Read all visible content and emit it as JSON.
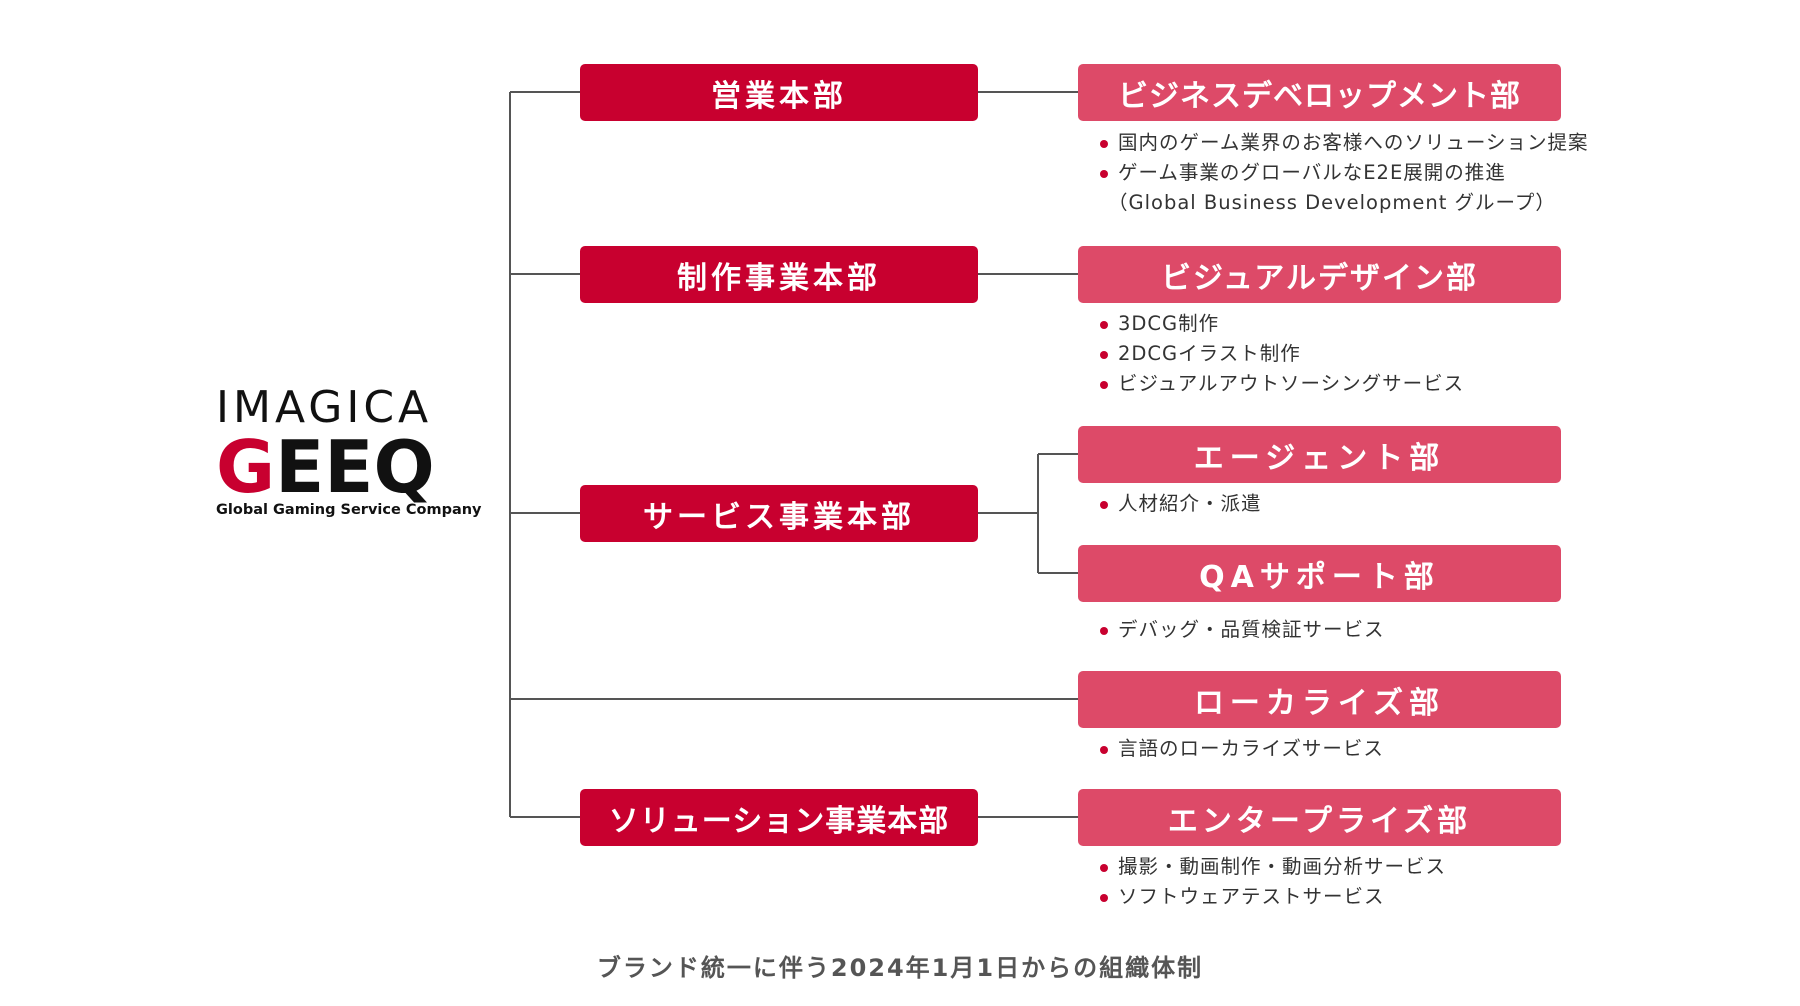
{
  "colors": {
    "headquarters": "#c8002f",
    "department": "#dd4a68",
    "connector": "#555555",
    "bullet": "#c8002f"
  },
  "logo": {
    "line1": "IMAGICA",
    "line2_accent": "G",
    "line2_rest": "EEQ",
    "tagline": "Global Gaming Service Company"
  },
  "headquarters": [
    {
      "label": "営業本部"
    },
    {
      "label": "制作事業本部"
    },
    {
      "label": "サービス事業本部"
    },
    {
      "label": "ソリューション事業本部"
    }
  ],
  "departments": [
    {
      "label": "ビジネスデベロップメント部",
      "items": [
        "国内のゲーム業界のお客様へのソリューション提案",
        "ゲーム事業のグローバルなE2E展開の推進",
        "（Global Business Development グループ）"
      ]
    },
    {
      "label": "ビジュアルデザイン部",
      "items": [
        "3DCG制作",
        "2DCGイラスト制作",
        "ビジュアルアウトソーシングサービス"
      ]
    },
    {
      "label": "エージェント部",
      "items": [
        "人材紹介・派遣"
      ]
    },
    {
      "label": "QAサポート部",
      "items": [
        "デバッグ・品質検証サービス"
      ]
    },
    {
      "label": "ローカライズ部",
      "items": [
        "言語のローカライズサービス"
      ]
    },
    {
      "label": "エンタープライズ部",
      "items": [
        "撮影・動画制作・動画分析サービス",
        "ソフトウェアテストサービス"
      ]
    }
  ],
  "caption": "ブランド統一に伴う2024年1月1日からの組織体制"
}
